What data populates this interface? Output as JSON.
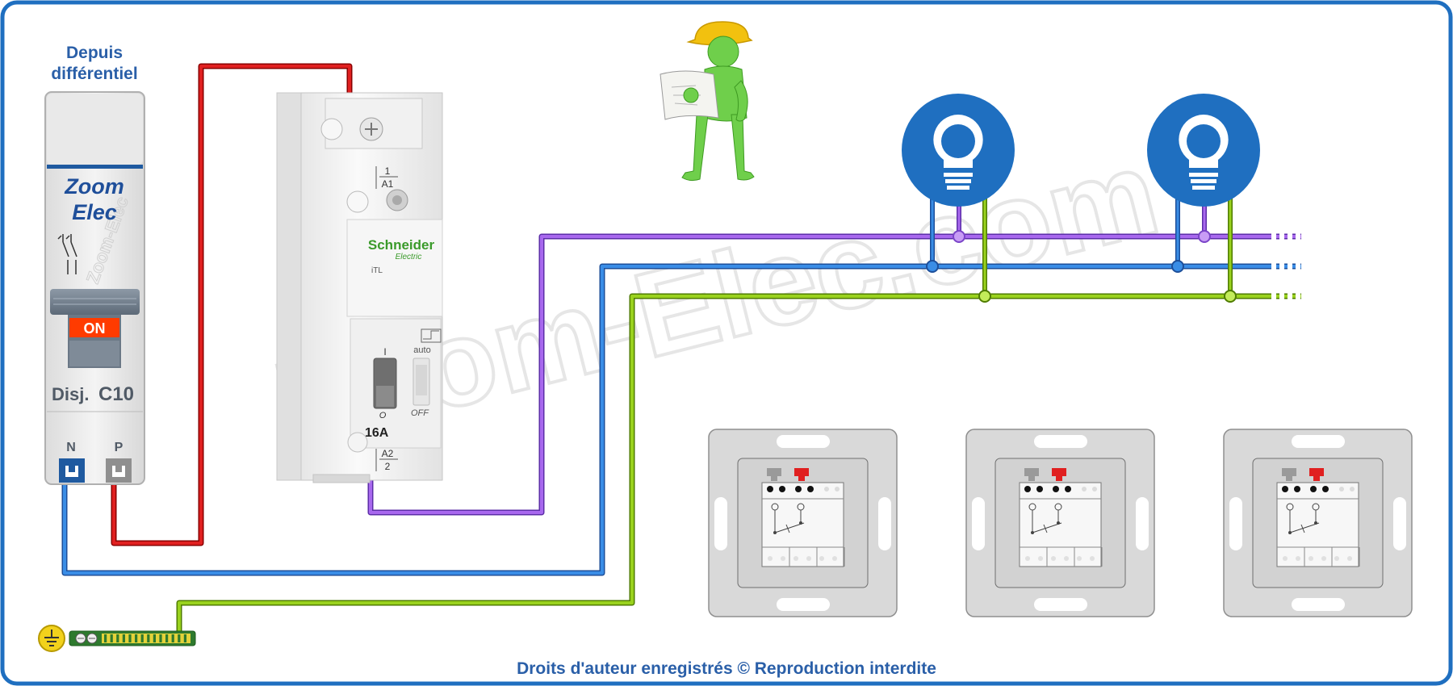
{
  "source_label": {
    "line1": "Depuis",
    "line2": "différentiel"
  },
  "breaker": {
    "brand_line1": "Zoom",
    "brand_line2": "Elec",
    "watermark": "Zoom-Elec",
    "on_label": "ON",
    "type_prefix": "Disj.",
    "rating": "C10",
    "terminal_n": "N",
    "terminal_p": "P"
  },
  "relay": {
    "brand": "Schneider",
    "brand_sub": "Electric",
    "model": "iTL",
    "terminal_top_num": "1",
    "terminal_top": "A1",
    "terminal_bottom": "A2",
    "terminal_bottom_num": "2",
    "switch_on": "I",
    "switch_off": "O",
    "mode_auto": "auto",
    "mode_off": "OFF",
    "rating": "16A"
  },
  "watermark": "Zoom-Elec.com",
  "footer": "Droits d'auteur enregistrés © Reproduction interdite",
  "colors": {
    "border": "#1f6fc0",
    "phase": "#e02020",
    "neutral": "#3a8de6",
    "control": "#a868ee",
    "earth": "#9ad21e",
    "lamp": "#1f6fc0",
    "text_blue": "#2a5fa8",
    "on_red": "#ff3b00"
  }
}
